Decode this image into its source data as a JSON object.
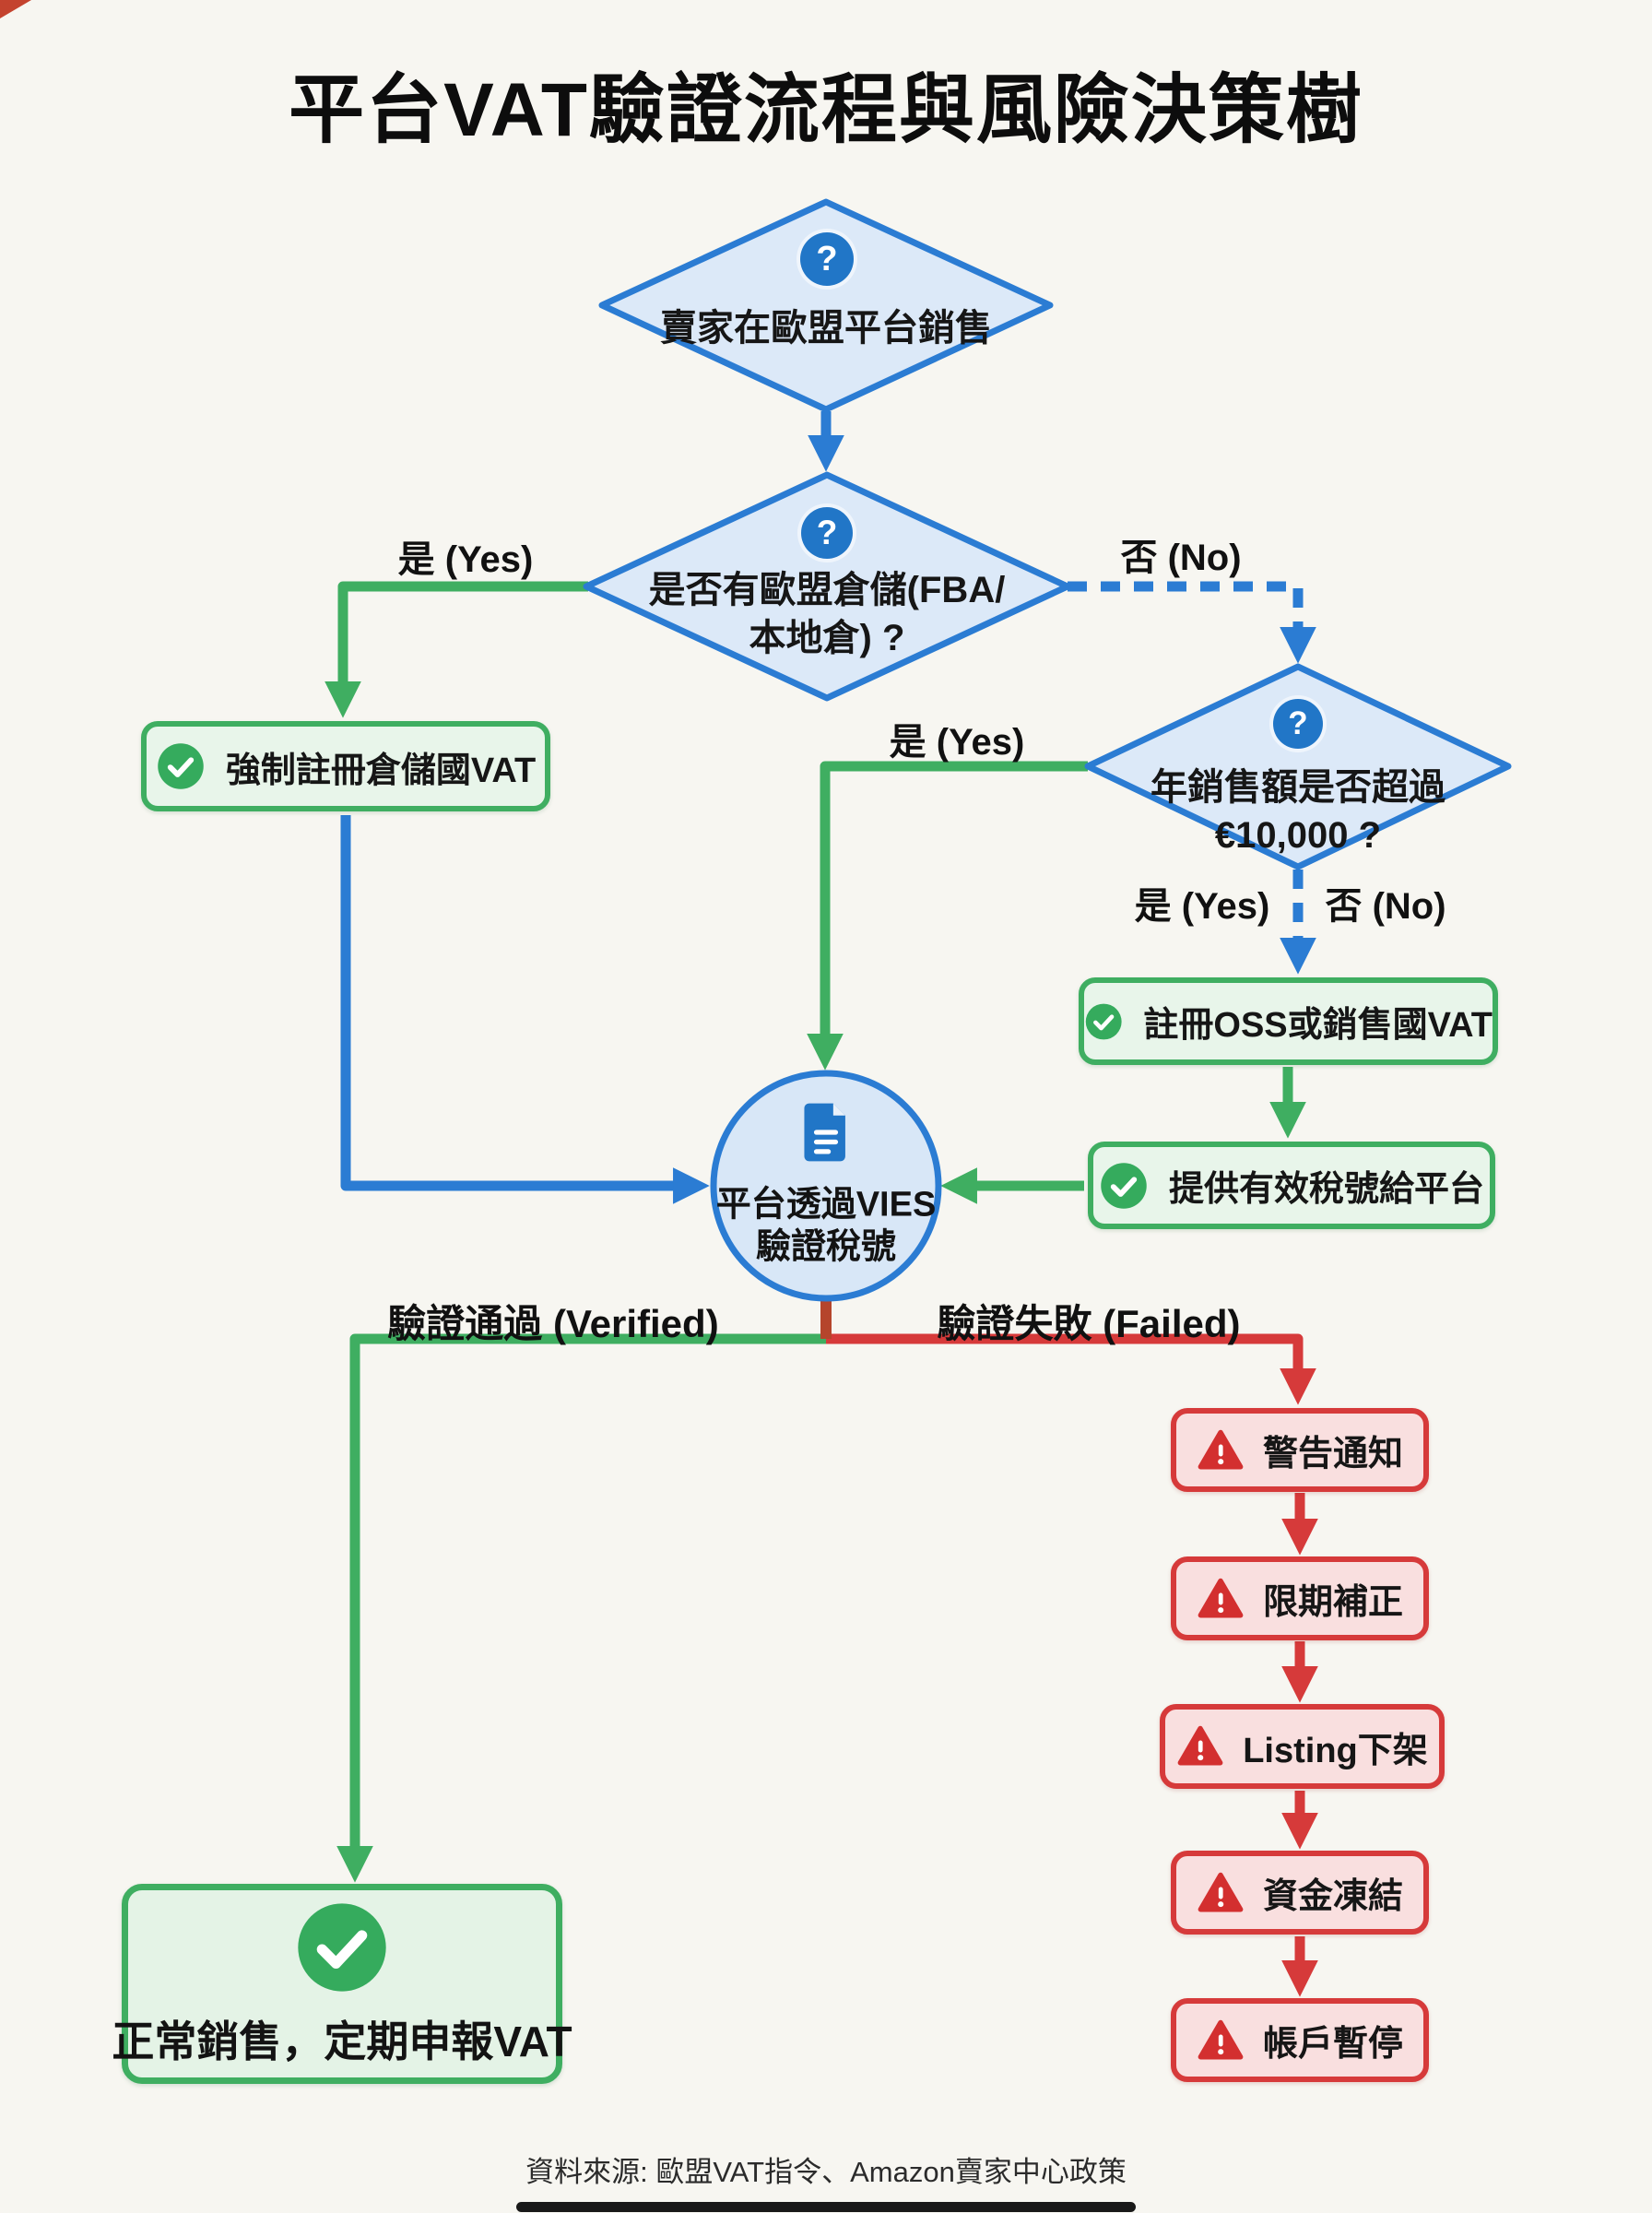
{
  "title": "平台VAT驗證流程與風險決策樹",
  "decisions": {
    "d1": {
      "label": "賣家在歐盟平台銷售"
    },
    "d2": {
      "line1": "是否有歐盟倉儲(FBA/",
      "line2": "本地倉) ?"
    },
    "d3": {
      "line1": "年銷售額是否超過",
      "line2": "€10,000 ?"
    }
  },
  "process": {
    "vies_line1": "平台透過VIES",
    "vies_line2": "驗證稅號"
  },
  "actions": {
    "register_warehouse_vat": {
      "label": "強制註冊倉儲國VAT"
    },
    "register_oss": {
      "label": "註冊OSS或銷售國VAT"
    },
    "provide_tax_id": {
      "label": "提供有效稅號給平台"
    },
    "normal_sales": {
      "label": "正常銷售，定期申報VAT"
    }
  },
  "risk_chain": [
    {
      "label": "警告通知"
    },
    {
      "label": "限期補正"
    },
    {
      "label": "Listing下架"
    },
    {
      "label": "資金凍結"
    },
    {
      "label": "帳戶暫停"
    }
  ],
  "edges": {
    "d2_yes": "是 (Yes)",
    "d2_no": "否 (No)",
    "d3_yes_left": "是 (Yes)",
    "d3_yes_bottom": "是 (Yes)",
    "d3_no_bottom": "否 (No)",
    "verified": "驗證通過 (Verified)",
    "failed": "驗證失敗 (Failed)"
  },
  "icons": {
    "question_glyph": "?",
    "question": "question-mark-icon",
    "check": "check-icon",
    "warning": "warning-triangle-icon",
    "document": "document-icon"
  },
  "footer": {
    "source": "資料來源: 歐盟VAT指令、Amazon賣家中心政策"
  },
  "colors": {
    "blue": "#2b7cd3",
    "blue_fill": "#dce9f8",
    "green": "#3fae61",
    "green_fill": "#e8f5ea",
    "red": "#d63a3a",
    "red_fill": "#f9dfdf",
    "rust": "#b5452c",
    "icon_blue": "#2176c7",
    "icon_green": "#35ab5d",
    "icon_red": "#d32f2f",
    "background": "#f7f6f1"
  }
}
